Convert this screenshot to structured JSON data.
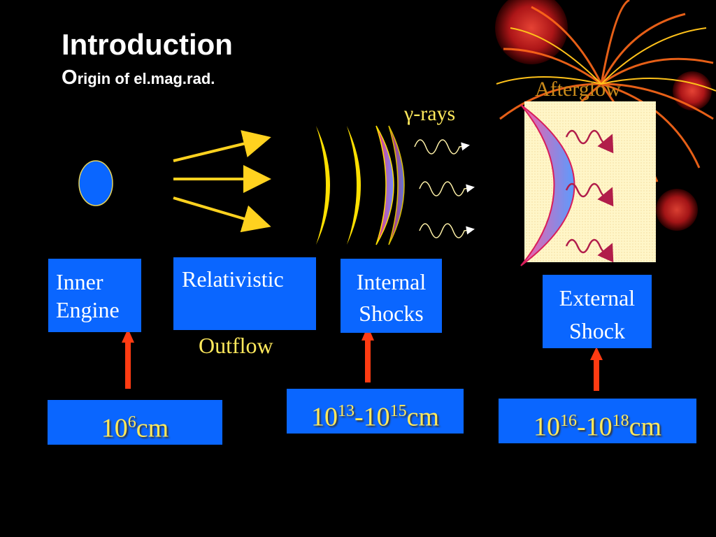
{
  "header": {
    "title": "Introduction",
    "subtitle_first": "O",
    "subtitle_rest": "rigin of el.mag.rad."
  },
  "labels": {
    "gamma_rays": "γ-rays",
    "afterglow": "Afterglow",
    "inner_engine": [
      "Inner",
      "Engine"
    ],
    "relativistic": "Relativistic",
    "outflow": "Outflow",
    "internal_shocks": [
      "Internal",
      "Shocks"
    ],
    "external_shock": [
      "External",
      "Shock"
    ]
  },
  "distances": {
    "inner": {
      "base": "10",
      "exp": "6",
      "unit": "cm"
    },
    "internal": {
      "base1": "10",
      "exp1": "13",
      "sep": "-",
      "base2": "10",
      "exp2": "15",
      "unit": "cm"
    },
    "external": {
      "base1": "10",
      "exp1": "16",
      "sep": "-",
      "base2": "10",
      "exp2": "18",
      "unit": "cm"
    }
  },
  "colors": {
    "background": "#000000",
    "box_blue": "#0a66ff",
    "arrow_yellow": "#ffd21f",
    "arrow_red": "#ff3b12",
    "distance_text": "#ffe95c",
    "shock_yellow": "#ffe000",
    "afterglow_panel": "#fff6c8"
  },
  "icons": [
    "firework-icon",
    "sphere-icon",
    "outflow-arrows",
    "gamma-wave-icon"
  ]
}
